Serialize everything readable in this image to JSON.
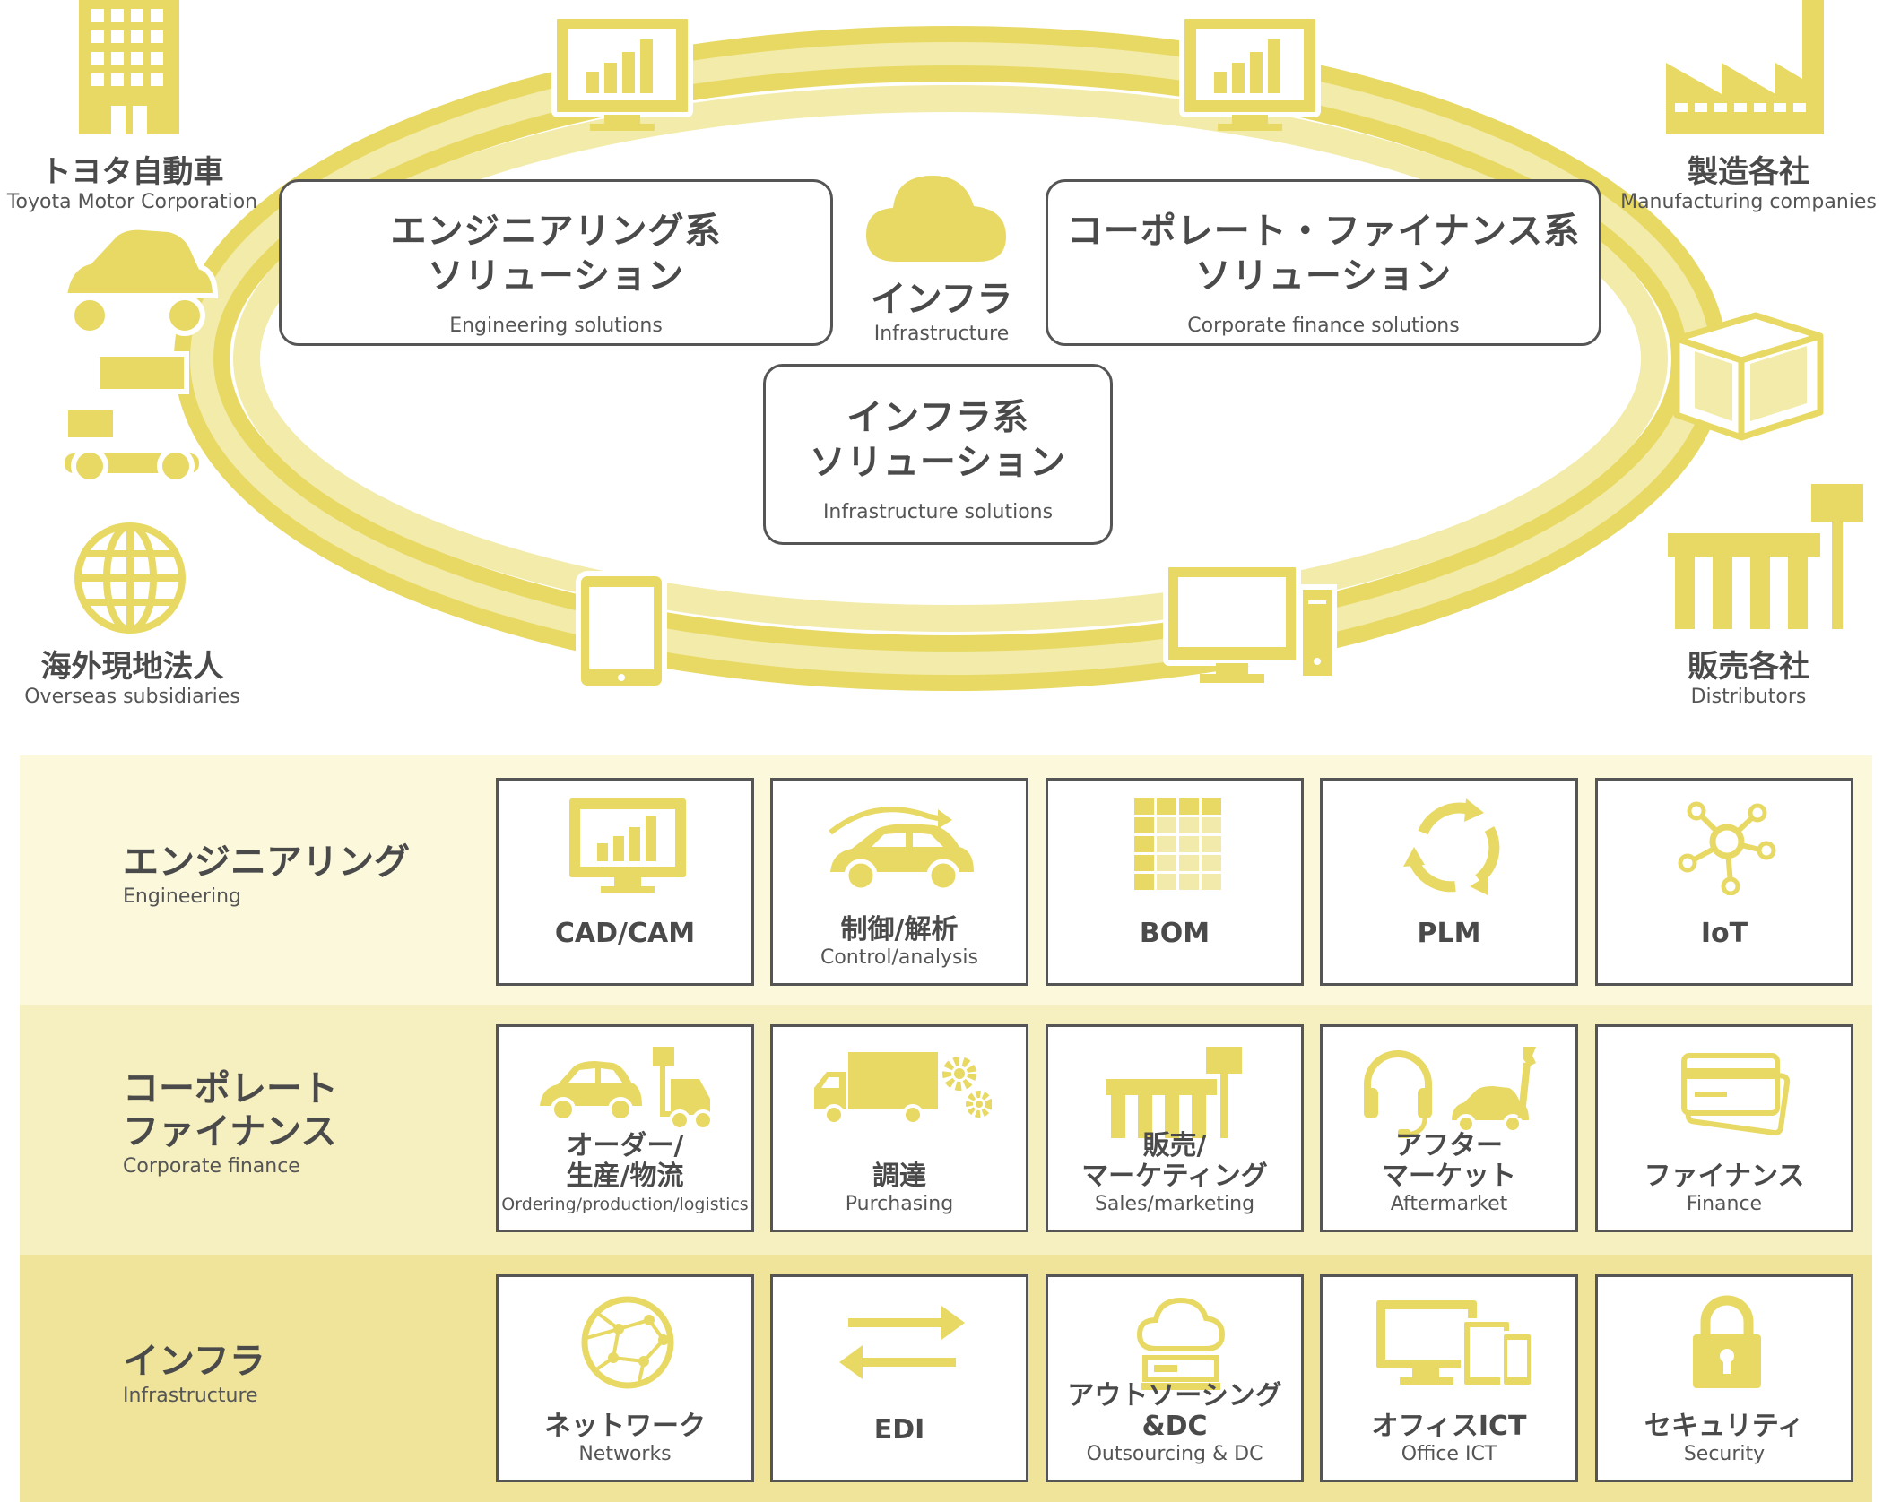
{
  "colors": {
    "accent": "#e8d964",
    "accent_light": "#f3eba9",
    "band_1": "#fbf8dc",
    "band_2": "#f6efbf",
    "band_3": "#efe49a",
    "border": "#555555"
  },
  "entities": {
    "toyota": {
      "jp": "トヨタ自動車",
      "en": "Toyota Motor Corporation",
      "icon": "office-building-icon"
    },
    "manufacturers": {
      "jp": "製造各社",
      "en": "Manufacturing companies",
      "icon": "factory-icon"
    },
    "overseas": {
      "jp": "海外現地法人",
      "en": "Overseas subsidiaries",
      "icon": "globe-icon"
    },
    "distributors": {
      "jp": "販売各社",
      "en": "Distributors",
      "icon": "store-icon"
    }
  },
  "ring_icons": [
    "monitor-chart-icon",
    "monitor-chart-icon",
    "car-lift-icon",
    "cube-icon",
    "tablet-icon",
    "desktop-pc-icon"
  ],
  "solutions": {
    "engineering": {
      "line1": "エンジニアリング系",
      "line2": "ソリューション",
      "en": "Engineering solutions"
    },
    "corporate": {
      "line1": "コーポレート・ファイナンス系",
      "line2": "ソリューション",
      "en": "Corporate finance solutions"
    },
    "infrastructure": {
      "line1": "インフラ系",
      "line2": "ソリューション",
      "en": "Infrastructure solutions"
    },
    "cloud": {
      "jp": "インフラ",
      "en": "Infrastructure",
      "icon": "cloud-icon"
    }
  },
  "bands": [
    {
      "jp": [
        "エンジニアリング"
      ],
      "en": "Engineering",
      "tiles": [
        {
          "jp": [
            "CAD/CAM"
          ],
          "en": "",
          "icon": "monitor-chart-icon"
        },
        {
          "jp": [
            "制御/解析"
          ],
          "en": "Control/analysis",
          "icon": "car-motion-icon"
        },
        {
          "jp": [
            "BOM"
          ],
          "en": "",
          "icon": "grid-table-icon"
        },
        {
          "jp": [
            "PLM"
          ],
          "en": "",
          "icon": "cycle-arrows-icon"
        },
        {
          "jp": [
            "IoT"
          ],
          "en": "",
          "icon": "network-hub-icon"
        }
      ]
    },
    {
      "jp": [
        "コーポレート",
        "ファイナンス"
      ],
      "en": "Corporate finance",
      "tiles": [
        {
          "jp": [
            "オーダー/",
            "生産/物流"
          ],
          "en": "Ordering/production/logistics",
          "icon": "car-forklift-icon"
        },
        {
          "jp": [
            "調達"
          ],
          "en": "Purchasing",
          "icon": "truck-gears-icon"
        },
        {
          "jp": [
            "販売/",
            "マーケティング"
          ],
          "en": "Sales/marketing",
          "icon": "store-icon"
        },
        {
          "jp": [
            "アフター",
            "マーケット"
          ],
          "en": "Aftermarket",
          "icon": "headset-car-wrench-icon"
        },
        {
          "jp": [
            "ファイナンス"
          ],
          "en": "Finance",
          "icon": "credit-card-icon"
        }
      ]
    },
    {
      "jp": [
        "インフラ"
      ],
      "en": "Infrastructure",
      "tiles": [
        {
          "jp": [
            "ネットワーク"
          ],
          "en": "Networks",
          "icon": "globe-network-icon"
        },
        {
          "jp": [
            "EDI"
          ],
          "en": "",
          "icon": "exchange-arrows-icon"
        },
        {
          "jp": [
            "アウトソーシング",
            "&DC"
          ],
          "en": "Outsourcing & DC",
          "icon": "cloud-server-icon"
        },
        {
          "jp": [
            "オフィスICT"
          ],
          "en": "Office ICT",
          "icon": "devices-icon"
        },
        {
          "jp": [
            "セキュリティ"
          ],
          "en": "Security",
          "icon": "padlock-icon"
        }
      ]
    }
  ]
}
